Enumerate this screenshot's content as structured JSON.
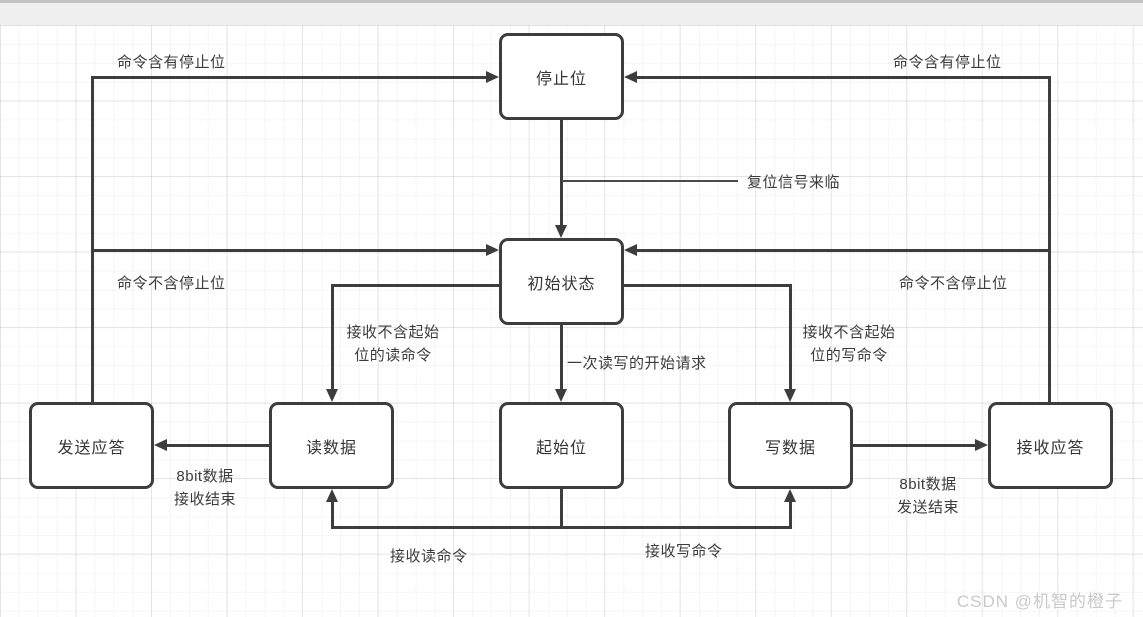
{
  "diagram": {
    "nodes": {
      "stop_bit": {
        "label": "停止位"
      },
      "initial_state": {
        "label": "初始状态"
      },
      "send_ack": {
        "label": "发送应答"
      },
      "read_data": {
        "label": "读数据"
      },
      "start_bit": {
        "label": "起始位"
      },
      "write_data": {
        "label": "写数据"
      },
      "receive_ack": {
        "label": "接收应答"
      }
    },
    "edge_labels": {
      "cmd_with_stop_left": "命令含有停止位",
      "cmd_with_stop_right": "命令含有停止位",
      "cmd_without_stop_left": "命令不含停止位",
      "cmd_without_stop_right": "命令不含停止位",
      "reset_signal": "复位信号来临",
      "recv_read_cmd_no_start": "接收不含起始\n位的读命令",
      "recv_write_cmd_no_start": "接收不含起始\n位的写命令",
      "rw_start_request": "一次读写的开始请求",
      "read_8bit_done": "8bit数据\n接收结束",
      "write_8bit_done": "8bit数据\n发送结束",
      "recv_read_cmd": "接收读命令",
      "recv_write_cmd": "接收写命令"
    },
    "colors": {
      "line": "#3d3d3d",
      "node_border": "#3d3d3d",
      "grid_band": "#f0f0f0"
    },
    "watermark": "CSDN @机智的橙子"
  }
}
